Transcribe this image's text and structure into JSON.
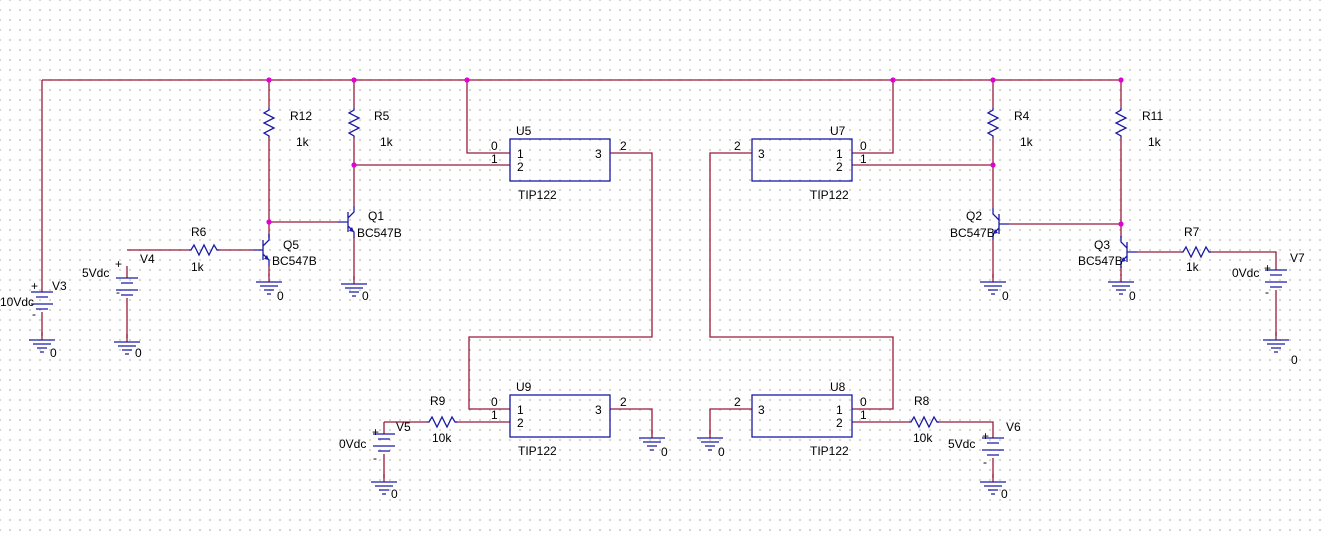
{
  "components": {
    "V3": {
      "ref": "V3",
      "value": "10Vdc"
    },
    "V4": {
      "ref": "V4",
      "value": "5Vdc"
    },
    "V5": {
      "ref": "V5",
      "value": "0Vdc"
    },
    "V6": {
      "ref": "V6",
      "value": "5Vdc"
    },
    "V7": {
      "ref": "V7",
      "value": "0Vdc"
    },
    "R4": {
      "ref": "R4",
      "value": "1k"
    },
    "R5": {
      "ref": "R5",
      "value": "1k"
    },
    "R6": {
      "ref": "R6",
      "value": "1k"
    },
    "R7": {
      "ref": "R7",
      "value": "1k"
    },
    "R8": {
      "ref": "R8",
      "value": "10k"
    },
    "R9": {
      "ref": "R9",
      "value": "10k"
    },
    "R11": {
      "ref": "R11",
      "value": "1k"
    },
    "R12": {
      "ref": "R12",
      "value": "1k"
    },
    "Q1": {
      "ref": "Q1",
      "value": "BC547B"
    },
    "Q2": {
      "ref": "Q2",
      "value": "BC547B"
    },
    "Q3": {
      "ref": "Q3",
      "value": "BC547B"
    },
    "Q5": {
      "ref": "Q5",
      "value": "BC547B"
    },
    "U5": {
      "ref": "U5",
      "value": "TIP122"
    },
    "U7": {
      "ref": "U7",
      "value": "TIP122"
    },
    "U8": {
      "ref": "U8",
      "value": "TIP122"
    },
    "U9": {
      "ref": "U9",
      "value": "TIP122"
    }
  },
  "pins": {
    "one": "1",
    "two": "2",
    "three": "3"
  },
  "nets": {
    "zero": "0",
    "one": "1",
    "two": "2"
  },
  "symbols": {
    "plus": "+",
    "minus": "-"
  },
  "colors": {
    "wire": "#9b1b3a",
    "part": "#1a1aa6",
    "junction": "#e000d8",
    "grid": "#c9c9c9"
  }
}
